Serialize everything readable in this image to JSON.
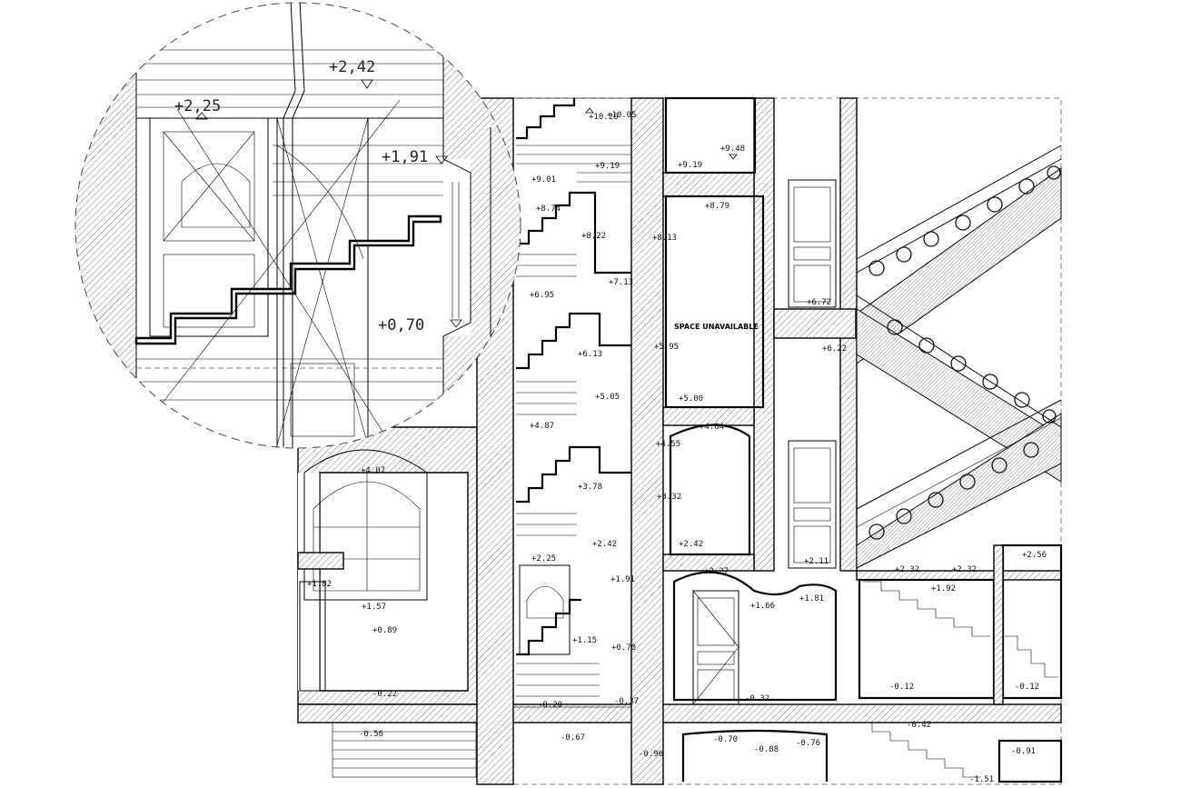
{
  "drawing": {
    "space_note": "SPACE UNAVAILABLE",
    "detail_levels": {
      "a": "+2,42",
      "b": "+2,25",
      "c": "+1,91",
      "d": "+0,70"
    },
    "levels": {
      "l1": "+10.05",
      "l2": "+10.26",
      "l3": "+9.48",
      "l4": "+9.19",
      "l5": "+9.19",
      "l6": "+9.01",
      "l7": "+8.74",
      "l8": "+8.79",
      "l9": "+8.22",
      "l10": "+8.13",
      "l11": "+7.13",
      "l12": "+6.95",
      "l13": "+6.72",
      "l14": "+6.22",
      "l15": "+6.13",
      "l16": "+5.95",
      "l17": "+5.05",
      "l18": "+5.00",
      "l19": "+4.87",
      "l20": "+4.84",
      "l21": "+4.55",
      "l22": "+4.07",
      "l23": "+3.78",
      "l24": "+3.32",
      "l25": "+2.42",
      "l26": "+2.42",
      "l27": "+2.27",
      "l28": "+2.25",
      "l29": "+2.11",
      "l30": "+2.32",
      "l31": "+2.32",
      "l32": "+2.56",
      "l33": "+1.92",
      "l34": "+1.91",
      "l35": "+1.82",
      "l36": "+1.81",
      "l37": "+1.66",
      "l38": "+1.57",
      "l39": "+1.15",
      "l40": "+0.89",
      "l41": "+0.70",
      "l42": "-0.12",
      "l43": "-0.12",
      "l44": "-0.20",
      "l45": "-0.22",
      "l46": "-0.32",
      "l47": "-0.37",
      "l48": "-0.42",
      "l49": "-0.56",
      "l50": "-0.67",
      "l51": "-0.70",
      "l52": "-0.76",
      "l53": "-0.88",
      "l54": "-0.91",
      "l55": "-0.96",
      "l56": "-1.51"
    }
  }
}
